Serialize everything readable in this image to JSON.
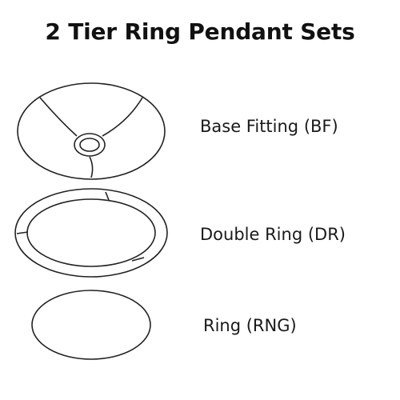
{
  "title": "2 Tier Ring Pendant Sets",
  "parts": [
    {
      "label": "Base Fitting (BF)",
      "icon": "base-fitting-icon"
    },
    {
      "label": "Double Ring (DR)",
      "icon": "double-ring-icon"
    },
    {
      "label": "Ring (RNG)",
      "icon": "ring-icon"
    }
  ]
}
